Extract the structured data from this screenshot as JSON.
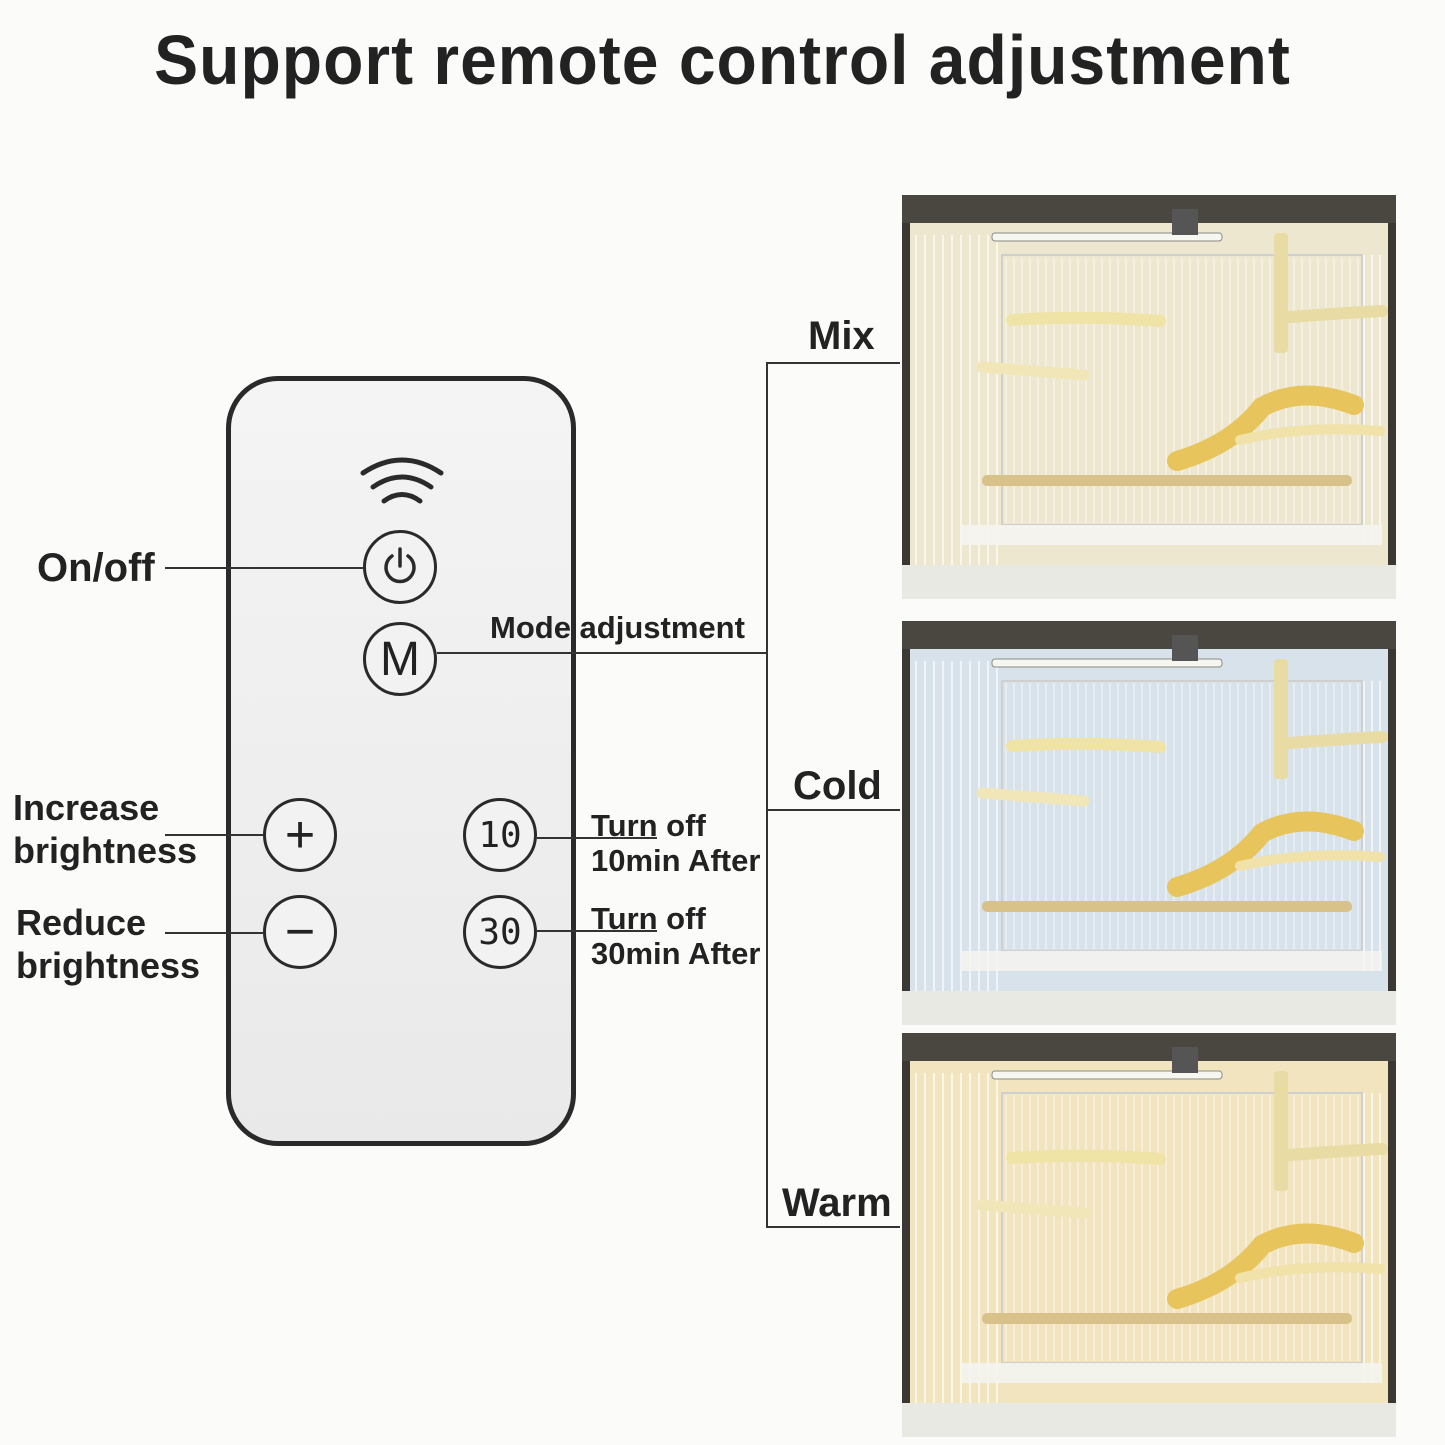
{
  "title": "Support remote control adjustment",
  "remote": {
    "power_icon": "power-icon",
    "mode_button": "M",
    "plus_button": "+",
    "minus_button": "−",
    "timer10_button": "10",
    "timer30_button": "30"
  },
  "labels": {
    "on_off": "On/off",
    "mode_adjustment": "Mode adjustment",
    "increase_1": "Increase",
    "increase_2": "brightness",
    "reduce_1": "Reduce",
    "reduce_2": "brightness",
    "timer10_1": "Turn off",
    "timer10_2": "10min After",
    "timer30_1": "Turn off",
    "timer30_2": "30min After"
  },
  "modes": [
    {
      "label": "Mix",
      "tint": "#ede7cf"
    },
    {
      "label": "Cold",
      "tint": "#d8e2ea"
    },
    {
      "label": "Warm",
      "tint": "#f1e4bf"
    }
  ]
}
